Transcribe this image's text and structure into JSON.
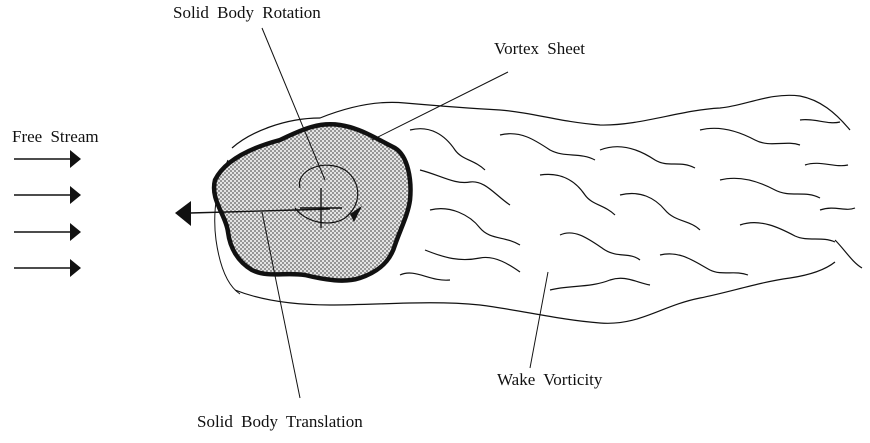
{
  "labels": {
    "solid_body_rotation": "Solid  Body  Rotation",
    "vortex_sheet": "Vortex  Sheet",
    "free_stream": "Free  Stream",
    "wake_vorticity": "Wake    Vorticity",
    "solid_body_translation": "Solid  Body  Translation"
  },
  "colors": {
    "ink": "#111111",
    "body_fill": "#d9d9d9",
    "stipple": "#555555"
  }
}
